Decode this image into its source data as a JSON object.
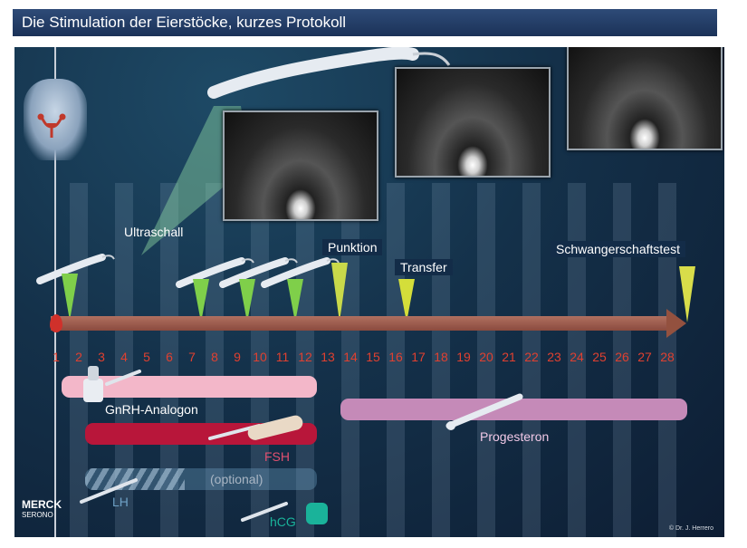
{
  "title": "Die Stimulation der Eierstöcke, kurzes Protokoll",
  "colors": {
    "panel_bg": "#14314a",
    "day_numbers": "#e04030",
    "gnrh_bar": "#f3b7c9",
    "fsh_bar": "#b8163a",
    "progesteron_bar": "#c58ab8",
    "lh_bar": "#6fa2c6",
    "hcg_box": "#1ab39a"
  },
  "labels": {
    "ultraschall": "Ultraschall",
    "punktion": "Punktion",
    "transfer": "Transfer",
    "schwangerschaftstest": "Schwangerschaftstest"
  },
  "days": [
    "1",
    "2",
    "3",
    "4",
    "5",
    "6",
    "7",
    "8",
    "9",
    "10",
    "11",
    "12",
    "13",
    "14",
    "15",
    "16",
    "17",
    "18",
    "19",
    "20",
    "21",
    "22",
    "23",
    "24",
    "25",
    "26",
    "27",
    "28"
  ],
  "medications": {
    "gnrh": "GnRH-Analogon",
    "fsh": "FSH",
    "optional": "(optional)",
    "lh": "LH",
    "hcg": "hCG",
    "progesteron": "Progesteron"
  },
  "logo": {
    "line1": "MERCK",
    "line2": "SERONO"
  },
  "copyright": "© Dr. J. Herrero"
}
